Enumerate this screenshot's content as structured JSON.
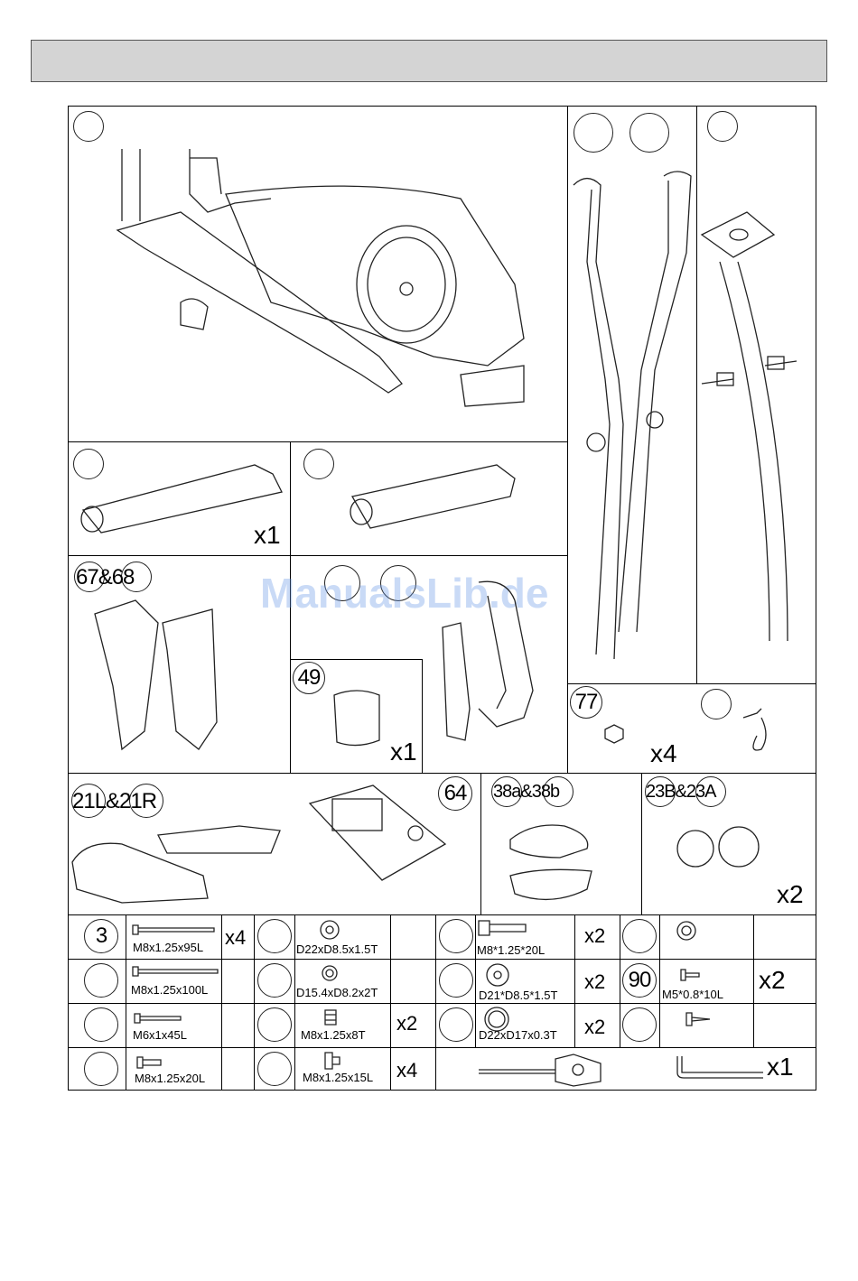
{
  "watermark": "ManualsLib.de",
  "parts": {
    "p67_68": "67&68",
    "p49": "49",
    "p77": "77",
    "p21": "21L&21R",
    "p64": "64",
    "p38": "38a&38b",
    "p23": "23B&23A",
    "p3": "3",
    "p90": "90"
  },
  "quantities": {
    "rear_stabilizer": "x1",
    "p49": "x1",
    "p77": "x4",
    "p23": "x2",
    "bolt_95": "x4",
    "washer_8_25x8": "x2",
    "nut_15": "x4",
    "m8_20": "x2",
    "d21": "x2",
    "d22_17": "x2",
    "p90": "x2",
    "tools": "x1"
  },
  "specs": {
    "bolt_95": "M8x1.25x95L",
    "bolt_100": "M8x1.25x100L",
    "bolt_45": "M6x1x45L",
    "bolt_20": "M8x1.25x20L",
    "washer_d22": "D22xD8.5x1.5T",
    "washer_d15": "D15.4xD8.2x2T",
    "nut_8": "M8x1.25x8T",
    "nut_15": "M8x1.25x15L",
    "bolt_m8_20": "M8*1.25*20L",
    "washer_d21": "D21*D8.5*1.5T",
    "washer_d22_17": "D22xD17x0.3T",
    "screw_m5": "M5*0.8*10L"
  }
}
